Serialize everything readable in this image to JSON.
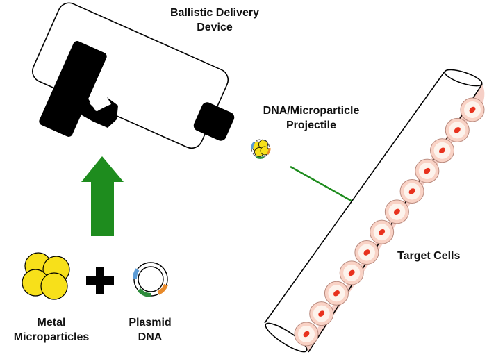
{
  "labels": {
    "device_line1": "Ballistic Delivery",
    "device_line2": "Device",
    "projectile_line1": "DNA/Microparticle",
    "projectile_line2": "Projectile",
    "target": "Target Cells",
    "metal_line1": "Metal",
    "metal_line2": "Microparticles",
    "plasmid_line1": "Plasmid",
    "plasmid_line2": "DNA"
  },
  "icons": {
    "device": "ballistic-gun-device",
    "projectile": "dna-coated-particle",
    "arrow_up": "green-up-arrow",
    "arrow_trajectory": "green-diagonal-arrow",
    "plus": "plus-sign",
    "microparticles": "gold-spheres-cluster",
    "plasmid": "circular-plasmid",
    "cells": "cell-layer-tube"
  },
  "colors": {
    "arrow_green": "#1e8c1e",
    "particle_gold": "#f7e01a",
    "cell_nucleus": "#e8321e",
    "cell_fill": "#f9d2c5",
    "tube_fill": "#f6cfc6",
    "plasmid_blue": "#5b9bd5",
    "plasmid_green": "#2e8b3c",
    "plasmid_orange": "#e88a2a",
    "device_black": "#000000"
  }
}
